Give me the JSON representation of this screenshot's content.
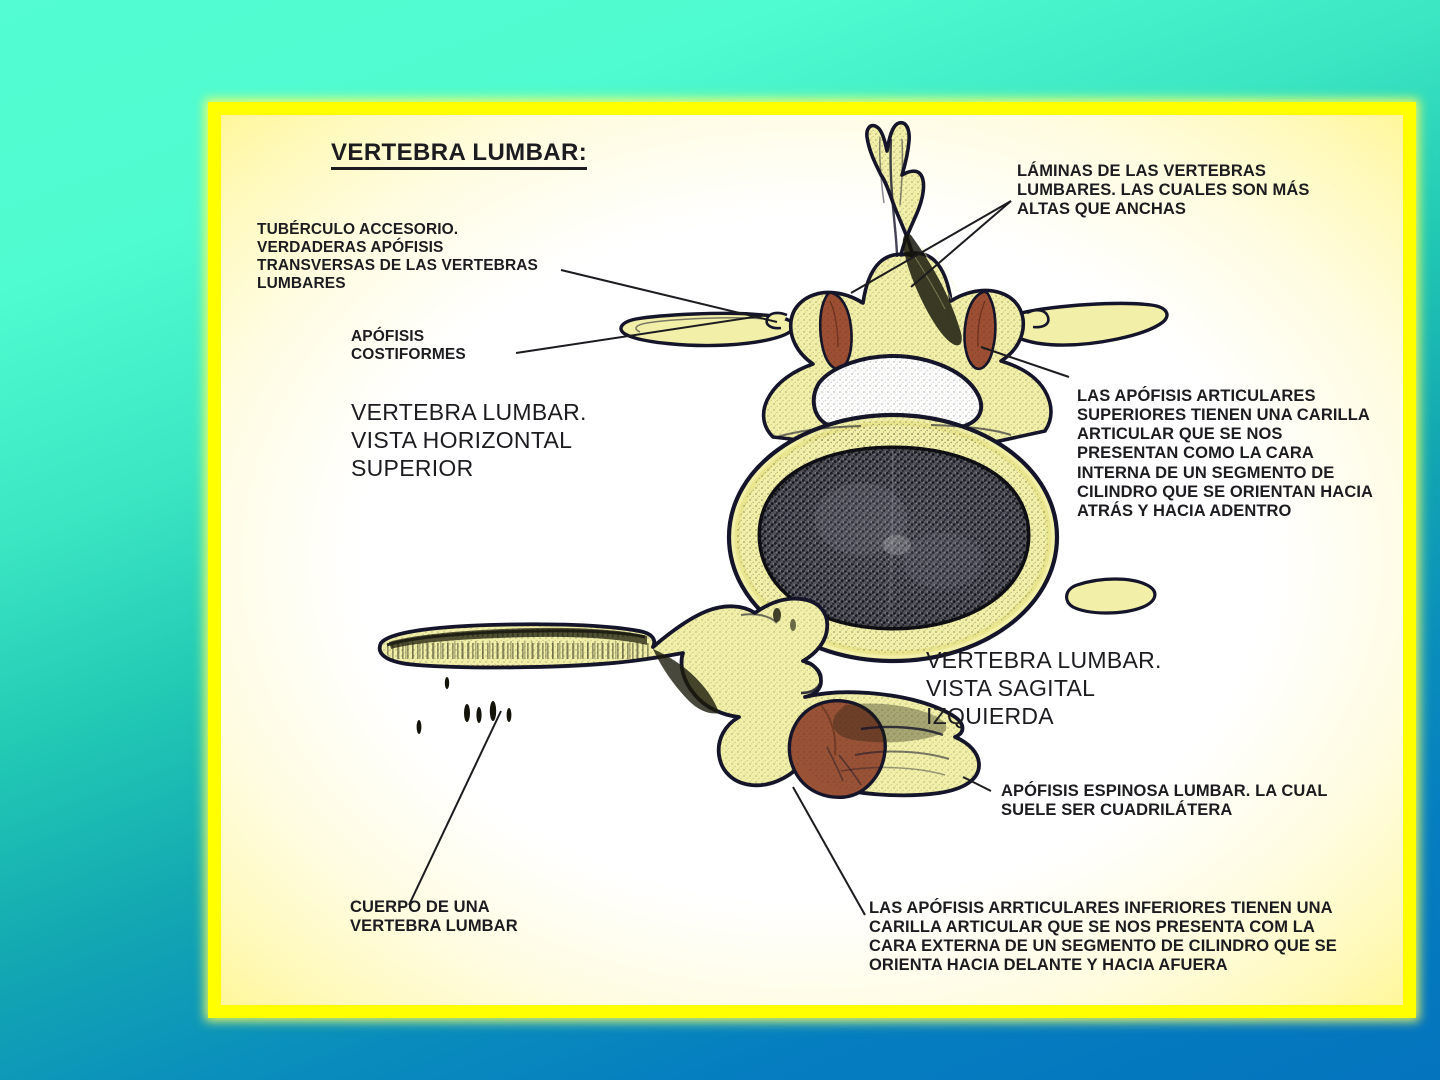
{
  "slide": {
    "title": "VERTEBRA LUMBAR:",
    "background": {
      "gradient_from": "#4FFBD0",
      "gradient_to": "#0474BE"
    },
    "frame": {
      "border_color": "#FFFF00",
      "inner_color": "#FFFFFF",
      "glow_color": "#8CFAAA"
    }
  },
  "labels": {
    "tuberculo_accesorio": "TUBÉRCULO ACCESORIO.\nVERDADERAS APÓFISIS\nTRANSVERSAS DE LAS VERTEBRAS\nLUMBARES",
    "apofisis_costiformes": "APÓFISIS\nCOSTIFORMES",
    "vista_horizontal": "VERTEBRA LUMBAR.\nVISTA HORIZONTAL\nSUPERIOR",
    "laminas": "LÁMINAS DE LAS VERTEBRAS\nLUMBARES. LAS CUALES SON MÁS\nALTAS QUE ANCHAS",
    "apofisis_articulares_superiores": "LAS APÓFISIS ARTICULARES\nSUPERIORES TIENEN UNA CARILLA\nARTICULAR QUE SE NOS\nPRESENTAN COMO LA CARA\nINTERNA DE UN SEGMENTO DE\nCILINDRO QUE SE ORIENTAN HACIA\nATRÁS Y HACIA  ADENTRO",
    "vista_sagital": "VERTEBRA LUMBAR.\nVISTA SAGITAL\nIZQUIERDA",
    "apofisis_espinosa": "APÓFISIS ESPINOSA LUMBAR. LA CUAL\nSUELE SER CUADRILÁTERA",
    "cuerpo_vertebra": "CUERPO DE UNA\nVERTEBRA LUMBAR",
    "apofisis_articulares_inferiores": "LAS APÓFISIS ARRTICULARES INFERIORES TIENEN UNA\nCARILLA ARTICULAR QUE SE NOS PRESENTA COM LA\nCARA EXTERNA DE UN SEGMENTO DE CILINDRO QUE SE\nORIENTA HACIA DELANTE Y HACIA AFUERA"
  },
  "illustrations": {
    "superior_view": {
      "name": "lumbar-vertebra-superior-view",
      "bone_fill": "#F2F0A8",
      "bone_outline": "#14142a",
      "facet_fill": "#9E4F33",
      "cancellous_fill": "#4A4A52",
      "foramen_fill": "#FFFFFF",
      "parts": [
        "spinous-process",
        "lamina-left",
        "lamina-right",
        "superior-articular-process-left",
        "superior-articular-process-right",
        "accessory-tubercle-left",
        "costiform-process-left",
        "costiform-process-right",
        "vertebral-foramen",
        "vertebral-body",
        "pedicle-left",
        "pedicle-right"
      ]
    },
    "sagittal_view": {
      "name": "lumbar-vertebra-sagittal-left-view",
      "bone_fill": "#F2F0A8",
      "bone_outline": "#14142a",
      "facet_fill": "#9A5236",
      "parts": [
        "vertebral-body",
        "pedicle",
        "superior-articular-process",
        "inferior-articular-facet",
        "spinous-process",
        "transverse-process-stub"
      ]
    }
  },
  "leader_lines": {
    "count": 8,
    "color": "#1c1c20"
  }
}
